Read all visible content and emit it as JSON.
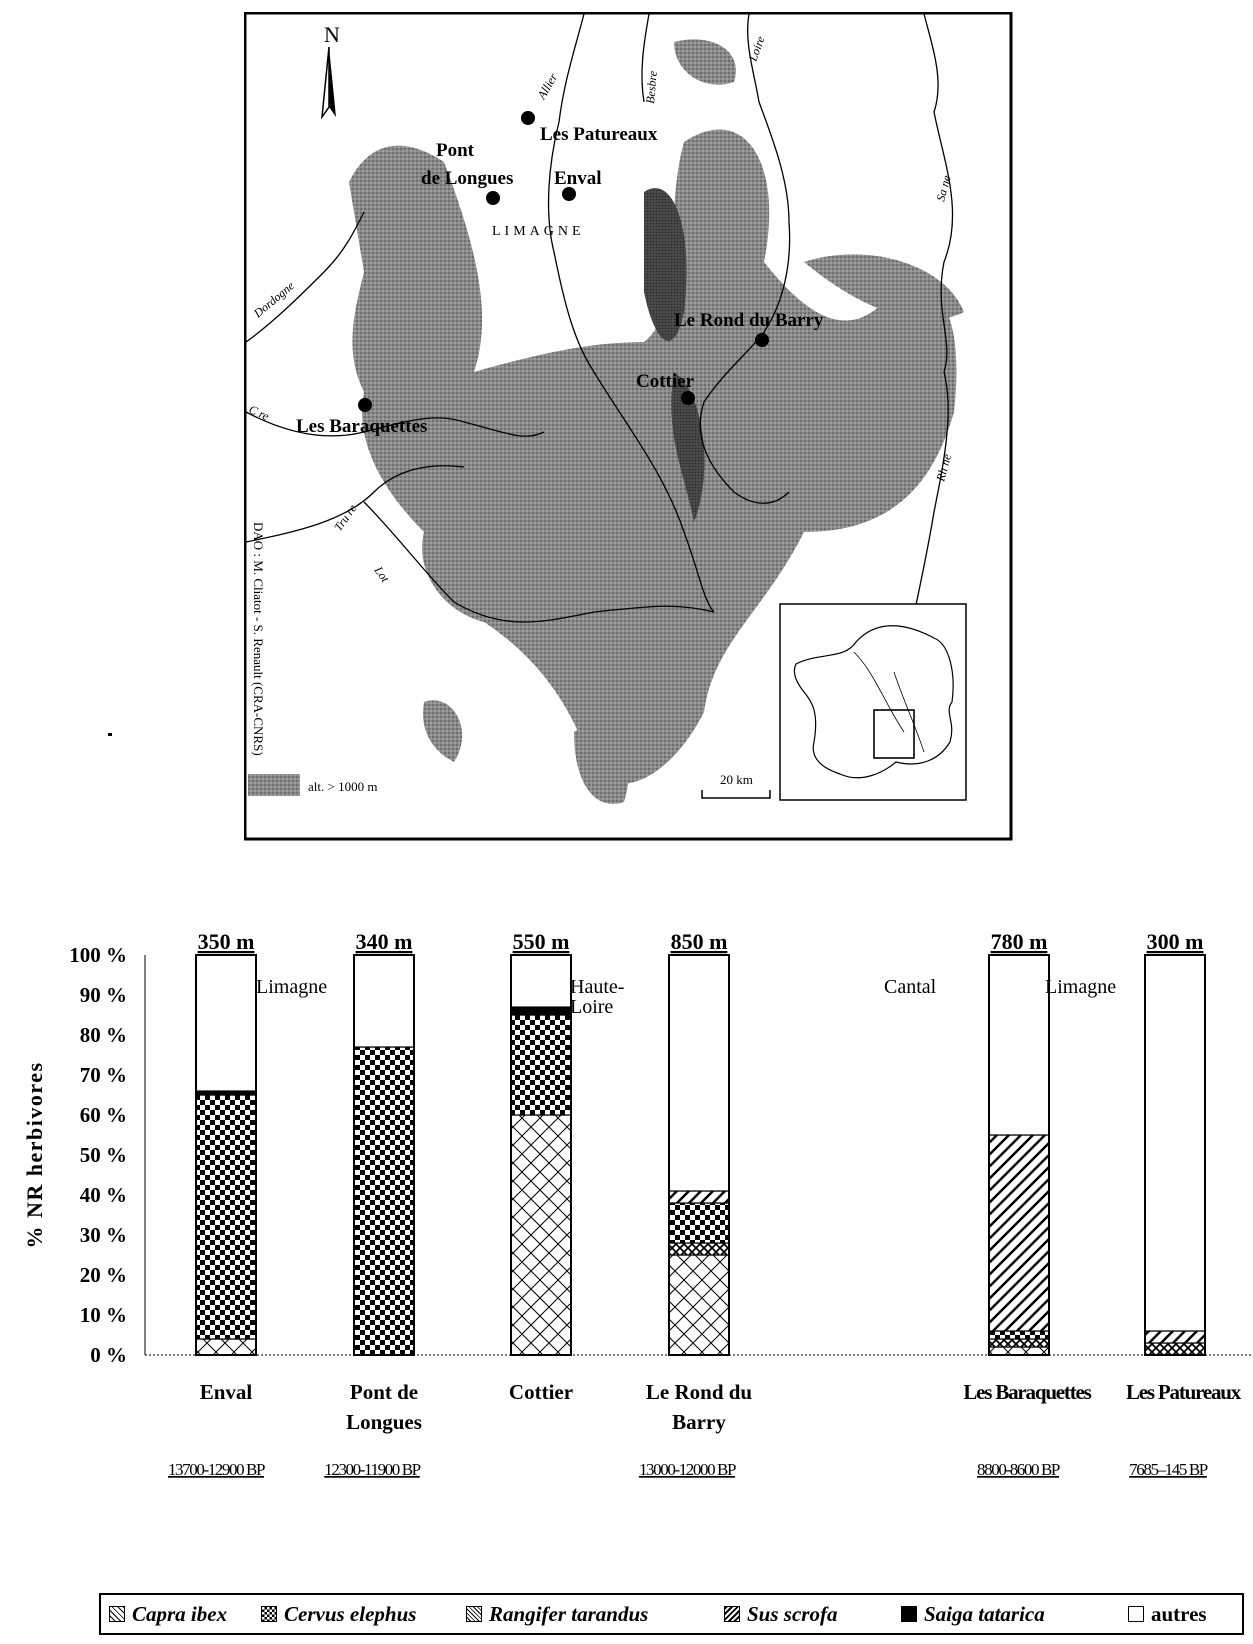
{
  "map": {
    "north_label": "N",
    "site_labels": {
      "patureaux": "Les Patureaux",
      "pont_line1": "Pont",
      "pont_line2": "de Longues",
      "enval": "Enval",
      "limagne": "LIMAGNE",
      "rond_du_barry": "Le Rond du Barry",
      "cottier": "Cottier",
      "baraquettes": "Les Baraquettes"
    },
    "river_labels": {
      "allier": "Allier",
      "besbre": "Besbre",
      "loire": "Loire",
      "saone": "Sa ne",
      "dordogne": "Dordogne",
      "cere": "C re",
      "truyere": "Tru re",
      "lot": "Lot",
      "rhone": "Rh ne"
    },
    "credit": "DAO : M. Cliatot - S. Renault (CRA-CNRS)",
    "altitude_legend": "alt. > 1000 m",
    "scale_label": "20 km"
  },
  "chart_data": {
    "type": "bar",
    "stacked": true,
    "ylabel": "% NR herbivores",
    "ylim": [
      0,
      100
    ],
    "yticks": [
      "0 %",
      "10 %",
      "20 %",
      "30 %",
      "40 %",
      "50 %",
      "60 %",
      "70 %",
      "80 %",
      "90 %",
      "100 %"
    ],
    "categories": [
      "Enval",
      "Pont de Longues",
      "Cottier",
      "Le Rond du Barry",
      "Les Baraquettes",
      "Les Patureaux"
    ],
    "category_lines": [
      [
        "Enval"
      ],
      [
        "Pont de",
        "Longues"
      ],
      [
        "Cottier"
      ],
      [
        "Le Rond du",
        "Barry"
      ],
      [
        "Les Baraquettes"
      ],
      [
        "Les Patureaux"
      ]
    ],
    "altitudes": [
      "350 m",
      "340 m",
      "550 m",
      "850 m",
      "780 m",
      "300 m"
    ],
    "dates": [
      "13700-12900 BP",
      "12300-11900 BP",
      "",
      "13000-12000 BP",
      "8800-8600 BP",
      "7685–145 BP"
    ],
    "region_labels": [
      "Limagne",
      "Haute-\nLoire",
      "Cantal",
      "Limagne"
    ],
    "series": [
      {
        "name": "Capra ibex",
        "values": [
          4,
          0,
          60,
          25,
          2,
          0
        ]
      },
      {
        "name": "Rangifer tarandus",
        "values": [
          0,
          0,
          0,
          3,
          2,
          3
        ]
      },
      {
        "name": "Cervus elephus",
        "values": [
          61,
          77,
          25,
          10,
          2,
          0
        ]
      },
      {
        "name": "Sus scrofa",
        "values": [
          0,
          0,
          0,
          3,
          49,
          3
        ]
      },
      {
        "name": "Saiga tatarica",
        "values": [
          1,
          0,
          2,
          0,
          0,
          0
        ]
      },
      {
        "name": "autres",
        "values": [
          34,
          23,
          13,
          59,
          45,
          94
        ]
      }
    ],
    "legend_order": [
      "Capra ibex",
      "Cervus elephus",
      "Rangifer tarandus",
      "Sus scrofa",
      "Saiga tatarica",
      "autres"
    ],
    "legend_placement": "bottom"
  }
}
